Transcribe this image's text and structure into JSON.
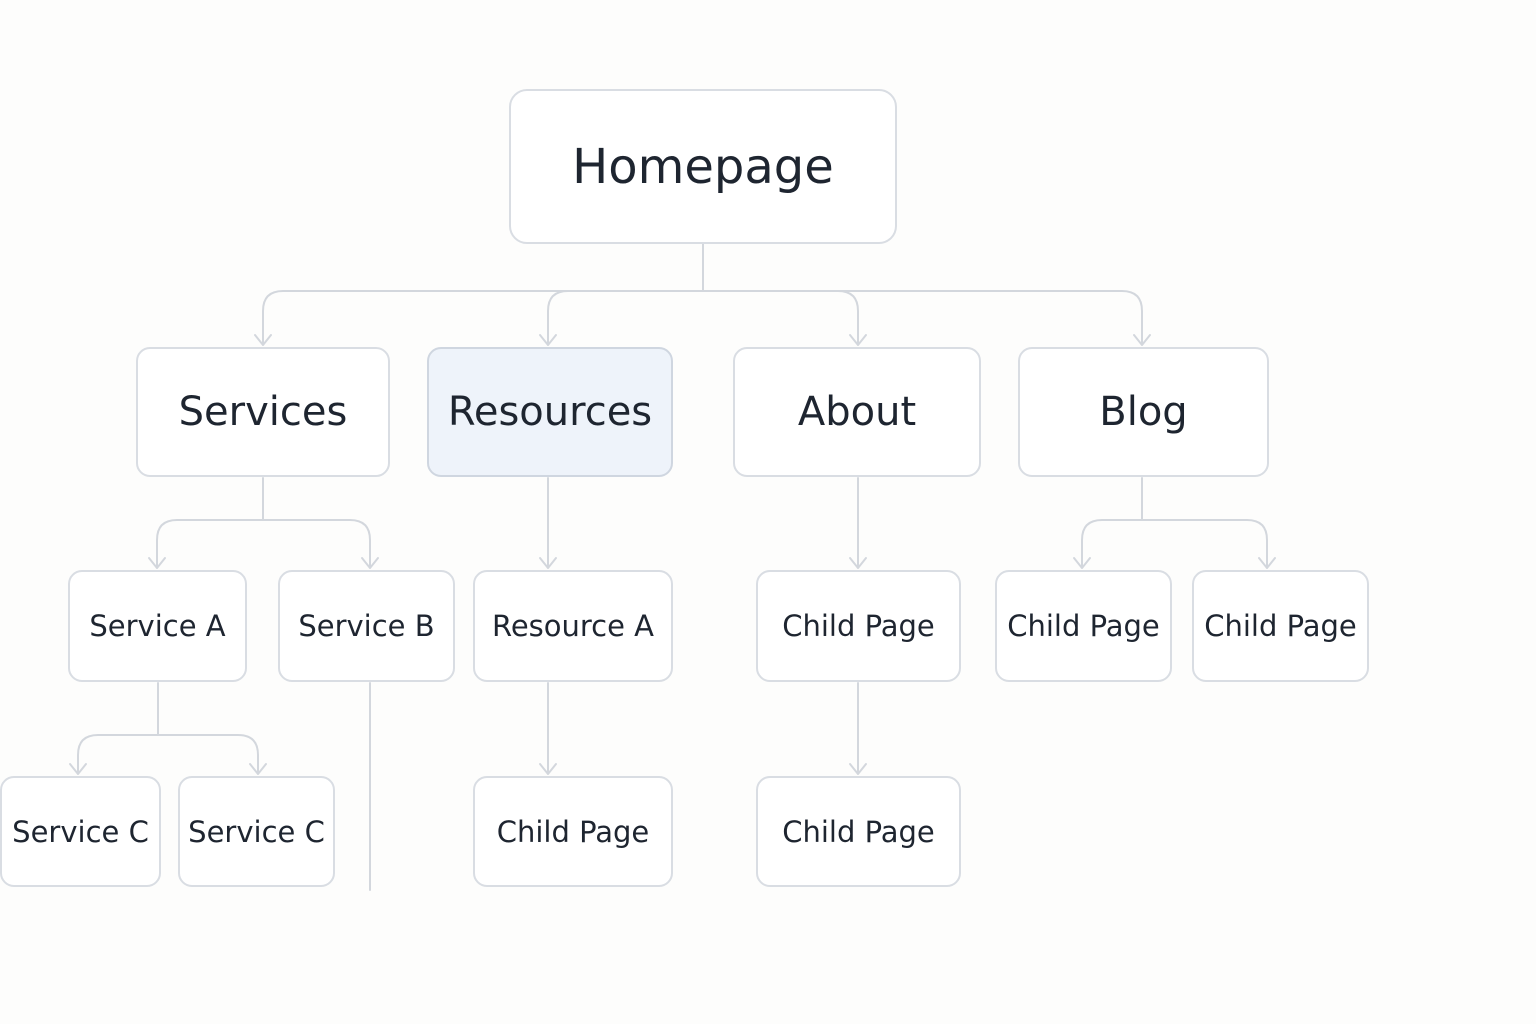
{
  "sitemap": {
    "root": {
      "label": "Homepage"
    },
    "sections": {
      "services": {
        "label": "Services"
      },
      "resources": {
        "label": "Resources",
        "highlighted": true
      },
      "about": {
        "label": "About"
      },
      "blog": {
        "label": "Blog"
      }
    },
    "pages": {
      "service_a": {
        "label": "Service A"
      },
      "service_b": {
        "label": "Service B"
      },
      "resource_a": {
        "label": "Resource A"
      },
      "about_child": {
        "label": "Child Page"
      },
      "blog_child_1": {
        "label": "Child Page"
      },
      "blog_child_2": {
        "label": "Child Page"
      }
    },
    "subpages": {
      "service_c_1": {
        "label": "Service C"
      },
      "service_c_2": {
        "label": "Service C"
      },
      "resource_child": {
        "label": "Child Page"
      },
      "about_grandchild": {
        "label": "Child Page"
      }
    }
  },
  "colors": {
    "node_border": "#d9dde3",
    "node_fill": "#ffffff",
    "highlight_fill": "#eef3fa",
    "connector": "#d3d7dd",
    "text": "#1e2530",
    "background": "#fdfdfc"
  }
}
